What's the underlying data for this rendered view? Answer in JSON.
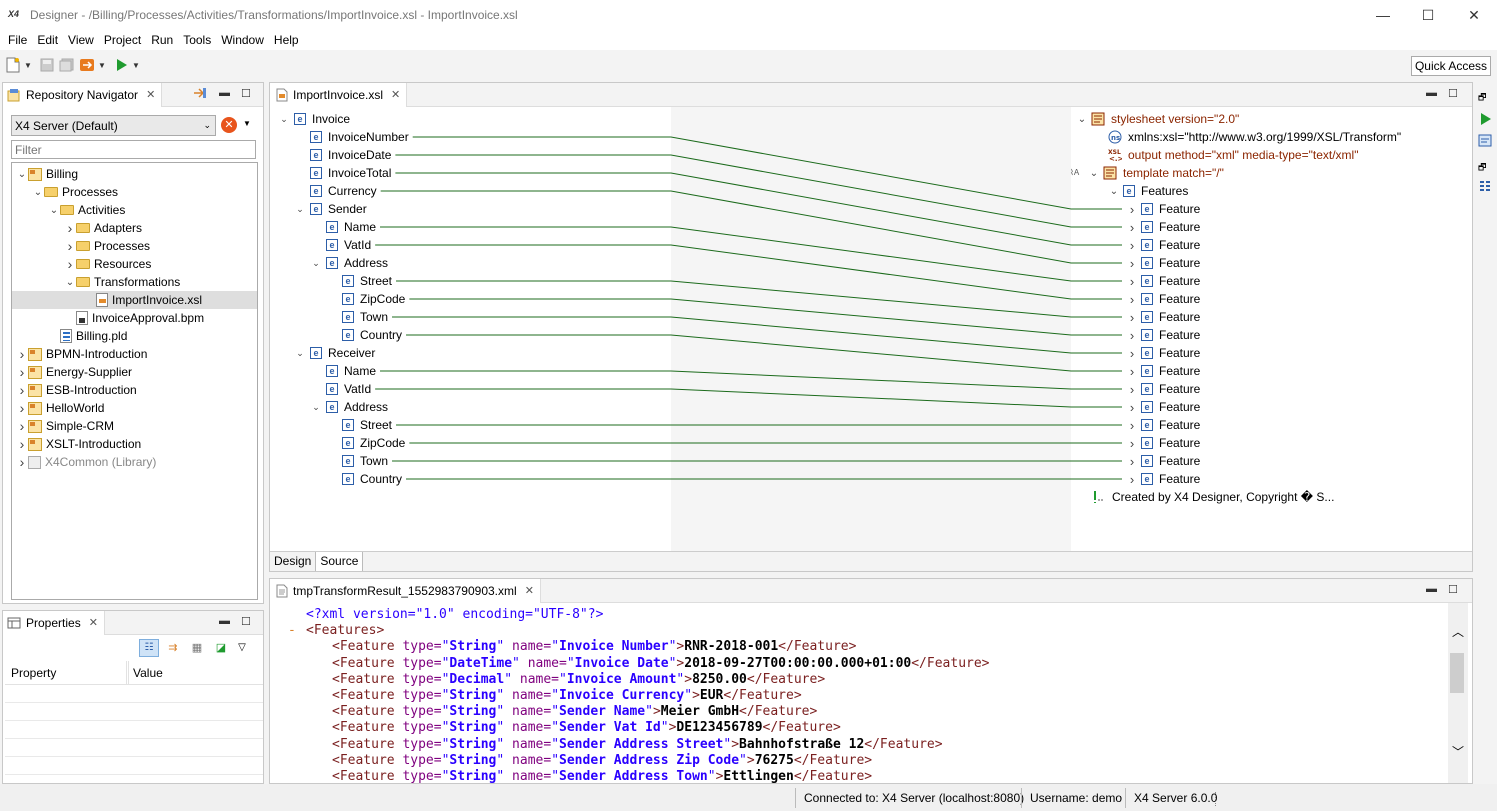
{
  "window": {
    "title": "Designer - /Billing/Processes/Activities/Transformations/ImportInvoice.xsl - ImportInvoice.xsl",
    "app_icon": "X4"
  },
  "menu": [
    "File",
    "Edit",
    "View",
    "Project",
    "Run",
    "Tools",
    "Window",
    "Help"
  ],
  "toolbar": {
    "quick_access": "Quick Access"
  },
  "repo_nav": {
    "tab_label": "Repository Navigator",
    "server_select": "X4 Server (Default)",
    "filter_placeholder": "Filter",
    "tree": [
      {
        "label": "Billing",
        "depth": 0,
        "icon": "project-icon",
        "twisty": "open"
      },
      {
        "label": "Processes",
        "depth": 1,
        "icon": "folder-icon",
        "twisty": "open"
      },
      {
        "label": "Activities",
        "depth": 2,
        "icon": "folder-icon",
        "twisty": "open"
      },
      {
        "label": "Adapters",
        "depth": 3,
        "icon": "folder-icon",
        "twisty": "closed"
      },
      {
        "label": "Processes",
        "depth": 3,
        "icon": "folder-icon",
        "twisty": "closed"
      },
      {
        "label": "Resources",
        "depth": 3,
        "icon": "folder-icon",
        "twisty": "closed"
      },
      {
        "label": "Transformations",
        "depth": 3,
        "icon": "folder-icon",
        "twisty": "open"
      },
      {
        "label": "ImportInvoice.xsl",
        "depth": 4,
        "icon": "xsl-file-icon",
        "twisty": "none",
        "selected": true
      },
      {
        "label": "InvoiceApproval.bpm",
        "depth": 3,
        "icon": "bpm-file-icon",
        "twisty": "none"
      },
      {
        "label": "Billing.pld",
        "depth": 2,
        "icon": "pld-file-icon",
        "twisty": "none"
      },
      {
        "label": "BPMN-Introduction",
        "depth": 0,
        "icon": "project-icon",
        "twisty": "closed"
      },
      {
        "label": "Energy-Supplier",
        "depth": 0,
        "icon": "project-icon",
        "twisty": "closed"
      },
      {
        "label": "ESB-Introduction",
        "depth": 0,
        "icon": "project-icon",
        "twisty": "closed"
      },
      {
        "label": "HelloWorld",
        "depth": 0,
        "icon": "project-icon",
        "twisty": "closed"
      },
      {
        "label": "Simple-CRM",
        "depth": 0,
        "icon": "project-icon",
        "twisty": "closed"
      },
      {
        "label": "XSLT-Introduction",
        "depth": 0,
        "icon": "project-icon",
        "twisty": "closed"
      },
      {
        "label": "X4Common (Library)",
        "depth": 0,
        "icon": "library-icon",
        "twisty": "closed",
        "muted": true
      }
    ]
  },
  "properties": {
    "tab_label": "Properties",
    "col_property": "Property",
    "col_value": "Value"
  },
  "editor": {
    "tab_label": "ImportInvoice.xsl",
    "source_tree": [
      {
        "label": "Invoice",
        "depth": 0,
        "twisty": "open"
      },
      {
        "label": "InvoiceNumber",
        "depth": 1,
        "twisty": "none"
      },
      {
        "label": "InvoiceDate",
        "depth": 1,
        "twisty": "none"
      },
      {
        "label": "InvoiceTotal",
        "depth": 1,
        "twisty": "none"
      },
      {
        "label": "Currency",
        "depth": 1,
        "twisty": "none"
      },
      {
        "label": "Sender",
        "depth": 1,
        "twisty": "open"
      },
      {
        "label": "Name",
        "depth": 2,
        "twisty": "none"
      },
      {
        "label": "VatId",
        "depth": 2,
        "twisty": "none"
      },
      {
        "label": "Address",
        "depth": 2,
        "twisty": "open"
      },
      {
        "label": "Street",
        "depth": 3,
        "twisty": "none"
      },
      {
        "label": "ZipCode",
        "depth": 3,
        "twisty": "none"
      },
      {
        "label": "Town",
        "depth": 3,
        "twisty": "none"
      },
      {
        "label": "Country",
        "depth": 3,
        "twisty": "none"
      },
      {
        "label": "Receiver",
        "depth": 1,
        "twisty": "open"
      },
      {
        "label": "Name",
        "depth": 2,
        "twisty": "none"
      },
      {
        "label": "VatId",
        "depth": 2,
        "twisty": "none"
      },
      {
        "label": "Address",
        "depth": 2,
        "twisty": "open"
      },
      {
        "label": "Street",
        "depth": 3,
        "twisty": "none"
      },
      {
        "label": "ZipCode",
        "depth": 3,
        "twisty": "none"
      },
      {
        "label": "Town",
        "depth": 3,
        "twisty": "none"
      },
      {
        "label": "Country",
        "depth": 3,
        "twisty": "none"
      }
    ],
    "xsl_header": {
      "stylesheet": "stylesheet version=\"2.0\"",
      "xmlns": "xmlns:xsl=\"http://www.w3.org/1999/XSL/Transform\"",
      "output": "output method=\"xml\" media-type=\"text/xml\"",
      "template": "template match=\"/\"",
      "features": "Features",
      "feature": "Feature",
      "comment": "Created by X4 Designer, Copyright � S..."
    },
    "feature_count": 16,
    "mappings": [
      {
        "source": 1,
        "target": 0
      },
      {
        "source": 2,
        "target": 1
      },
      {
        "source": 3,
        "target": 2
      },
      {
        "source": 4,
        "target": 3
      },
      {
        "source": 6,
        "target": 4
      },
      {
        "source": 7,
        "target": 5
      },
      {
        "source": 9,
        "target": 6
      },
      {
        "source": 10,
        "target": 7
      },
      {
        "source": 11,
        "target": 8
      },
      {
        "source": 12,
        "target": 9
      },
      {
        "source": 14,
        "target": 10
      },
      {
        "source": 15,
        "target": 11
      },
      {
        "source": 17,
        "target": 12
      },
      {
        "source": 18,
        "target": 13
      },
      {
        "source": 19,
        "target": 14
      },
      {
        "source": 20,
        "target": 15
      }
    ],
    "bottom_tabs": [
      "Design",
      "Source"
    ]
  },
  "result": {
    "tab_label": "tmpTransformResult_1552983790903.xml",
    "lines": [
      {
        "kind": "pi",
        "text": "<?xml version=\"1.0\" encoding=\"UTF-8\"?>"
      },
      {
        "kind": "open",
        "text": "<Features>"
      },
      {
        "kind": "feat",
        "type": "String",
        "name": "Invoice Number",
        "value": "RNR-2018-001"
      },
      {
        "kind": "feat",
        "type": "DateTime",
        "name": "Invoice Date",
        "value": "2018-09-27T00:00:00.000+01:00"
      },
      {
        "kind": "feat",
        "type": "Decimal",
        "name": "Invoice Amount",
        "value": "8250.00"
      },
      {
        "kind": "feat",
        "type": "String",
        "name": "Invoice Currency",
        "value": "EUR"
      },
      {
        "kind": "feat",
        "type": "String",
        "name": "Sender Name",
        "value": "Meier GmbH"
      },
      {
        "kind": "feat",
        "type": "String",
        "name": "Sender Vat Id",
        "value": "DE123456789"
      },
      {
        "kind": "feat",
        "type": "String",
        "name": "Sender Address Street",
        "value": "Bahnhofstraße 12"
      },
      {
        "kind": "feat",
        "type": "String",
        "name": "Sender Address Zip Code",
        "value": "76275"
      },
      {
        "kind": "feat",
        "type": "String",
        "name": "Sender Address Town",
        "value": "Ettlingen"
      }
    ]
  },
  "status": {
    "connection": "Connected to: X4 Server (localhost:8080)",
    "user": "Username: demo",
    "version": "X4 Server 6.0.0"
  }
}
